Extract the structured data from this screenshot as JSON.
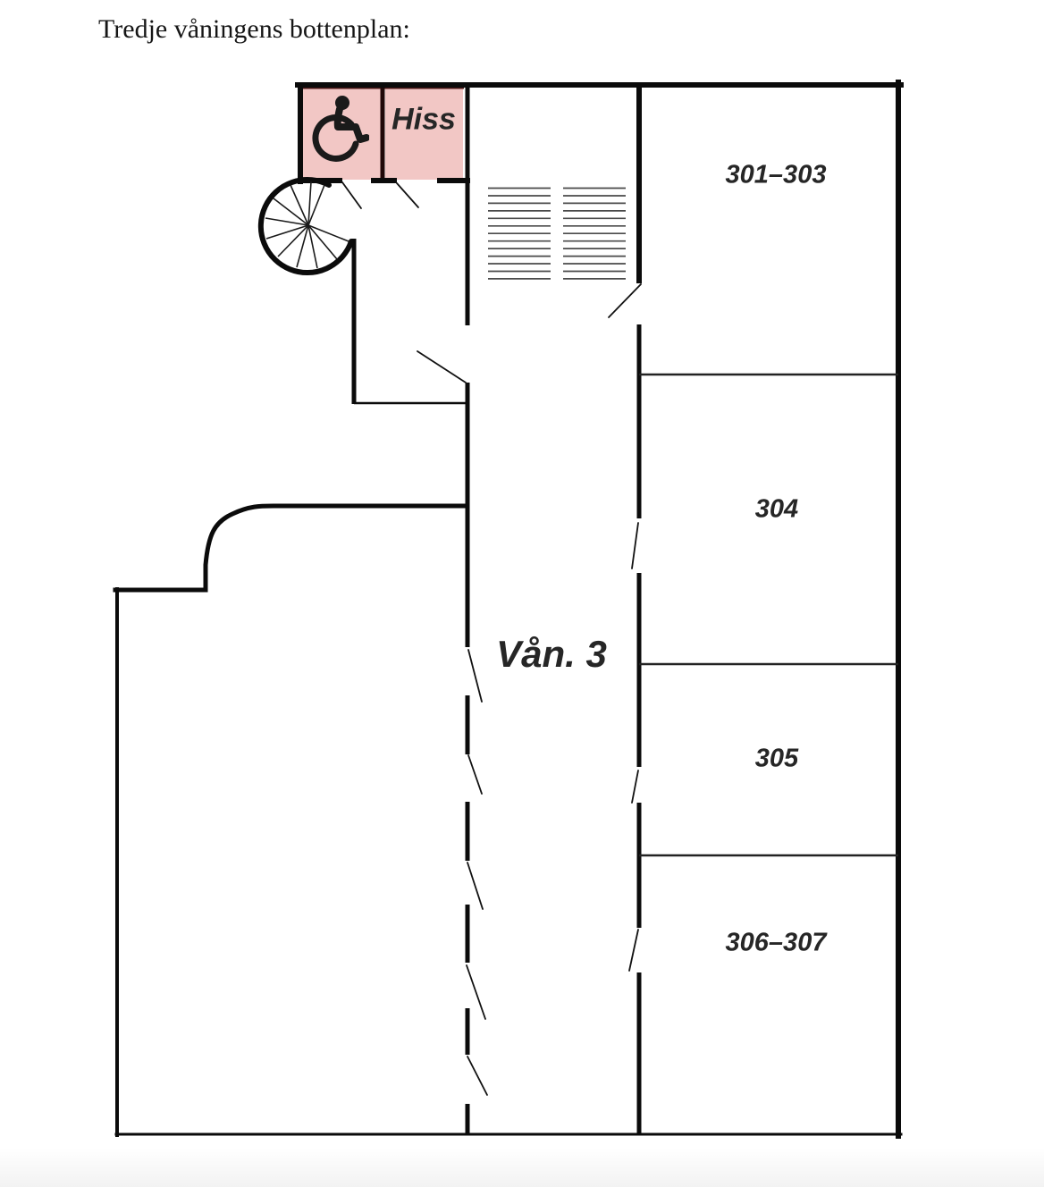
{
  "page": {
    "title": "Tredje våningens bottenplan:"
  },
  "plan": {
    "floor_label": "Vån. 3",
    "elevator": {
      "label": "Hiss",
      "icon": "wheelchair-accessibility-icon"
    },
    "rooms": [
      {
        "label": "301–303"
      },
      {
        "label": "304"
      },
      {
        "label": "305"
      },
      {
        "label": "306–307"
      }
    ],
    "icons": {
      "spiral_staircase": "spiral-staircase-icon",
      "straight_stairs": "straight-stairs-icon",
      "door_swing": "door-swing-arc"
    },
    "colors": {
      "elevator_fill": "#f2c7c5",
      "wall": "#0b0b0b",
      "background": "#ffffff"
    }
  }
}
